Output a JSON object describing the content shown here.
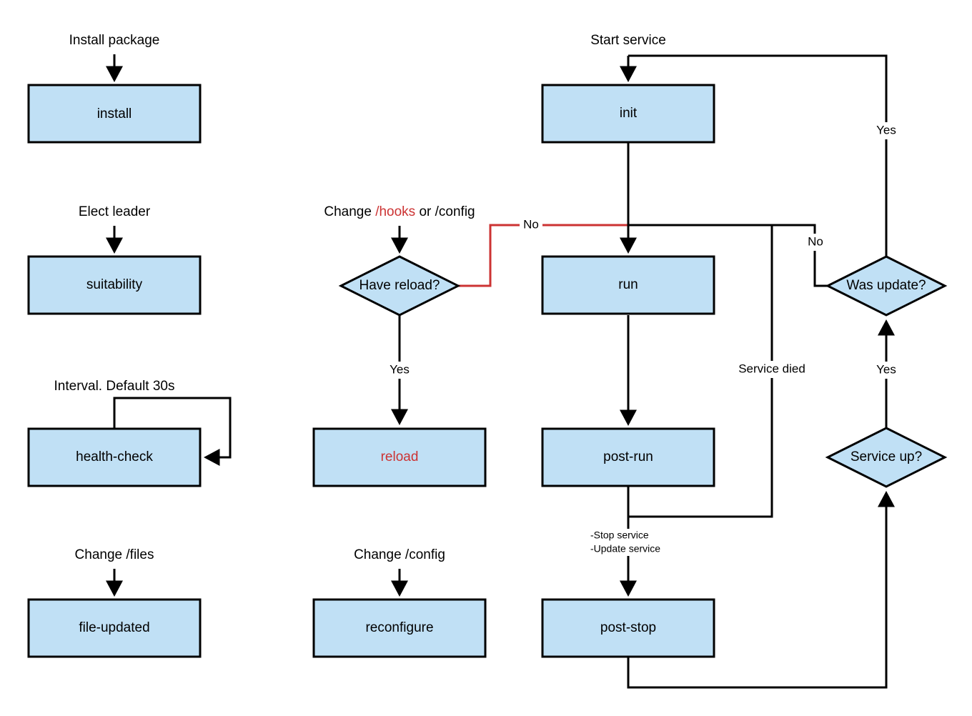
{
  "diagram": {
    "title": "Service lifecycle hooks flowchart",
    "colors": {
      "node_fill": "#c0e0f5",
      "node_stroke": "#000000",
      "accent_red": "#cc3333",
      "background": "#ffffff"
    },
    "nodes": [
      {
        "id": "install",
        "label": "install",
        "shape": "box",
        "label_color": "black"
      },
      {
        "id": "suitability",
        "label": "suitability",
        "shape": "box",
        "label_color": "black"
      },
      {
        "id": "health-check",
        "label": "health-check",
        "shape": "box",
        "label_color": "black"
      },
      {
        "id": "file-updated",
        "label": "file-updated",
        "shape": "box",
        "label_color": "black"
      },
      {
        "id": "have-reload",
        "label": "Have reload?",
        "shape": "diamond",
        "label_color": "black"
      },
      {
        "id": "reload",
        "label": "reload",
        "shape": "box",
        "label_color": "red"
      },
      {
        "id": "reconfigure",
        "label": "reconfigure",
        "shape": "box",
        "label_color": "black"
      },
      {
        "id": "init",
        "label": "init",
        "shape": "box",
        "label_color": "black"
      },
      {
        "id": "run",
        "label": "run",
        "shape": "box",
        "label_color": "black"
      },
      {
        "id": "post-run",
        "label": "post-run",
        "shape": "box",
        "label_color": "black"
      },
      {
        "id": "post-stop",
        "label": "post-stop",
        "shape": "box",
        "label_color": "black"
      },
      {
        "id": "was-update",
        "label": "Was update?",
        "shape": "diamond",
        "label_color": "black"
      },
      {
        "id": "service-up",
        "label": "Service up?",
        "shape": "diamond",
        "label_color": "black"
      }
    ],
    "annotations": [
      {
        "id": "install-package",
        "text": "Install package"
      },
      {
        "id": "elect-leader",
        "text": "Elect leader"
      },
      {
        "id": "interval-default",
        "text": "Interval. Default 30s"
      },
      {
        "id": "change-files",
        "text": "Change /files"
      },
      {
        "id": "change-config-2",
        "text": "Change /config"
      },
      {
        "id": "start-service",
        "text": "Start service"
      },
      {
        "id": "change-hooks-pre",
        "text": "Change "
      },
      {
        "id": "change-hooks-red",
        "text": "/hooks"
      },
      {
        "id": "change-hooks-post",
        "text": " or /config"
      }
    ],
    "edge_labels": {
      "no_red": "No",
      "no_update": "No",
      "yes_reload": "Yes",
      "yes_update": "Yes",
      "yes_service_up": "Yes",
      "service_died": "Service died",
      "stop_service": "-Stop service",
      "update_service": "-Update  service"
    }
  }
}
